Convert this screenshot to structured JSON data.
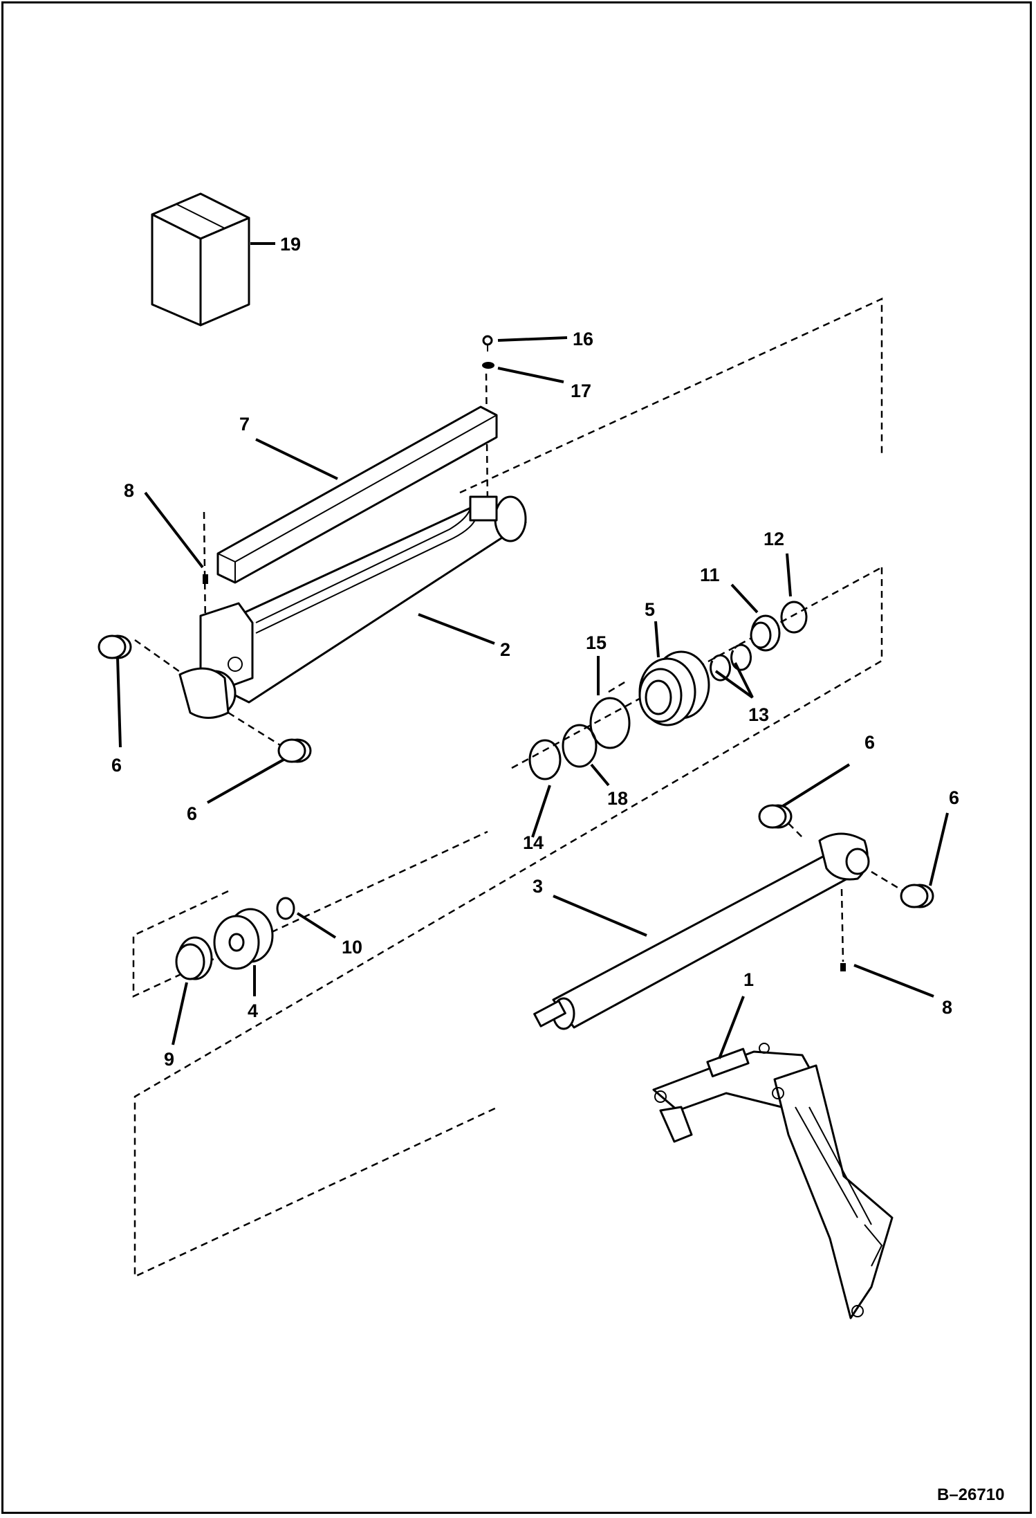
{
  "diagram": {
    "callouts": [
      "19",
      "16",
      "17",
      "7",
      "8",
      "2",
      "12",
      "11",
      "5",
      "15",
      "13",
      "6",
      "6",
      "14",
      "18",
      "6",
      "6",
      "3",
      "10",
      "9",
      "4",
      "8",
      "1"
    ],
    "document_id": "B–26710"
  }
}
